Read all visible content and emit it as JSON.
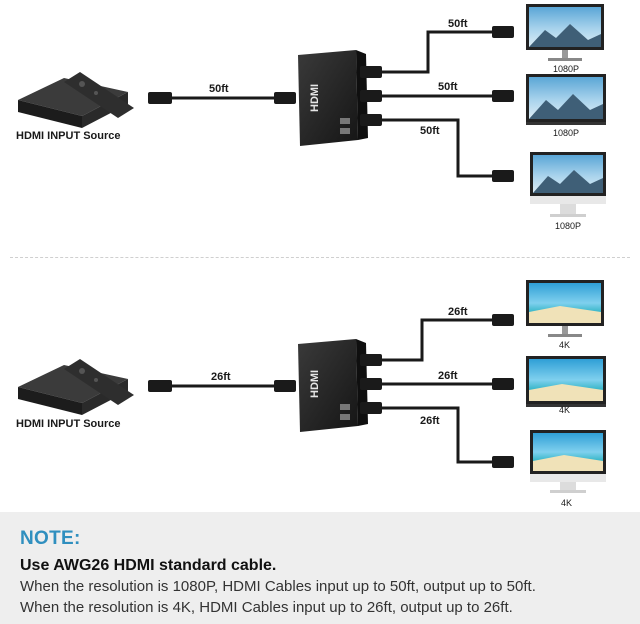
{
  "top": {
    "source_label": "HDMI INPUT Source",
    "input_cable": "50ft",
    "outputs": [
      {
        "cable": "50ft",
        "resolution": "1080P"
      },
      {
        "cable": "50ft",
        "resolution": "1080P"
      },
      {
        "cable": "50ft",
        "resolution": "1080P"
      }
    ]
  },
  "bottom": {
    "source_label": "HDMI INPUT Source",
    "input_cable": "26ft",
    "outputs": [
      {
        "cable": "26ft",
        "resolution": "4K"
      },
      {
        "cable": "26ft",
        "resolution": "4K"
      },
      {
        "cable": "26ft",
        "resolution": "4K"
      }
    ]
  },
  "device": {
    "logo": "HDMI"
  },
  "note": {
    "title": "NOTE:",
    "bold": "Use AWG26 HDMI standard cable.",
    "line1": "When the resolution is 1080P, HDMI Cables input up to 50ft, output up to 50ft.",
    "line2": "When the resolution is 4K, HDMI Cables input up to 26ft, output up to 26ft."
  },
  "colors": {
    "accent": "#2f8fbf",
    "cable": "#1a1a1a",
    "device": "#222222"
  }
}
